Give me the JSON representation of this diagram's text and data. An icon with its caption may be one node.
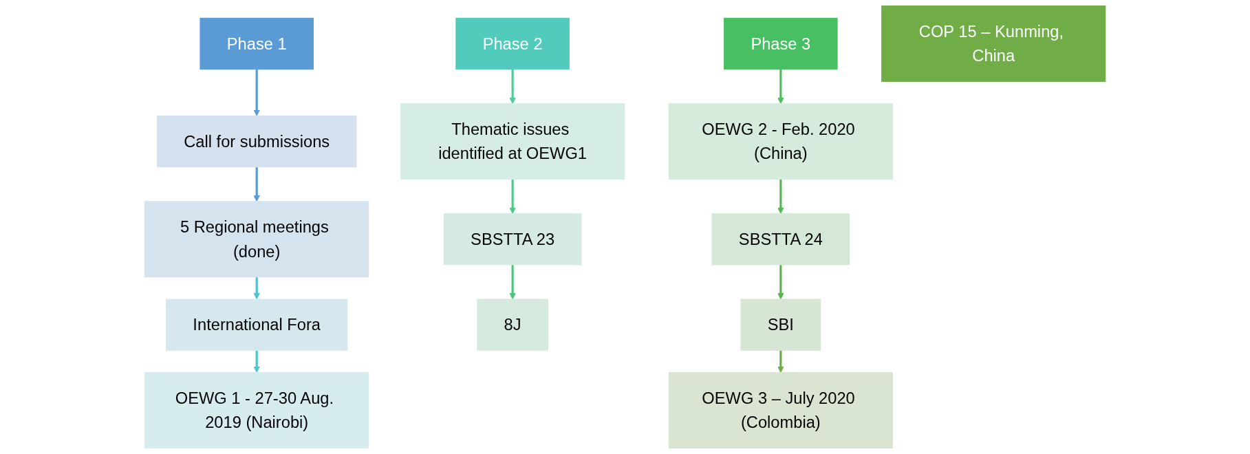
{
  "diagram": {
    "nodes": [
      {
        "text": [
          "Phase 1"
        ]
      },
      {
        "text": [
          "Call for submissions"
        ]
      },
      {
        "text": [
          "5 Regional meetings (done)"
        ]
      },
      {
        "text": [
          "International Fora"
        ]
      },
      {
        "text": [
          "OEWG 1 - 27-30 Aug. 2019 (Nairobi)"
        ]
      },
      {
        "text": [
          "Phase 2"
        ]
      },
      {
        "text": [
          "Thematic issues identified at OEWG1"
        ]
      },
      {
        "text": [
          "SBSTTA 23"
        ]
      },
      {
        "text": [
          "8J"
        ]
      },
      {
        "text": [
          "Phase 3"
        ]
      },
      {
        "text": [
          "OEWG 2 - Feb. 2020 (China)"
        ]
      },
      {
        "text": [
          "SBSTTA 24"
        ]
      },
      {
        "text": [
          "SBI"
        ]
      },
      {
        "text": [
          "OEWG 3 – July 2020 (Colombia)"
        ]
      },
      {
        "text": [
          "COP 15 – Kunming, China"
        ]
      }
    ],
    "edges": [
      {
        "from": 0,
        "to": 1,
        "arrow": "to",
        "color": "#5b9bd5"
      },
      {
        "from": 1,
        "to": 2,
        "arrow": "to",
        "color": "#5b9bd5"
      },
      {
        "from": 2,
        "to": 3,
        "arrow": "to",
        "color": "#4fc1d0"
      },
      {
        "from": 3,
        "to": 4,
        "arrow": "to",
        "color": "#4fc7c7"
      },
      {
        "from": 5,
        "to": 6,
        "arrow": "to",
        "color": "#50cc9a"
      },
      {
        "from": 6,
        "to": 7,
        "arrow": "to",
        "color": "#4fc98a"
      },
      {
        "from": 7,
        "to": 8,
        "arrow": "to",
        "color": "#4cc47a"
      },
      {
        "from": 9,
        "to": 10,
        "arrow": "to",
        "color": "#4cbf5e"
      },
      {
        "from": 10,
        "to": 11,
        "arrow": "to",
        "color": "#52ba55"
      },
      {
        "from": 11,
        "to": 12,
        "arrow": "to",
        "color": "#5cb44e"
      },
      {
        "from": 12,
        "to": 13,
        "arrow": "to",
        "color": "#6aae45"
      }
    ]
  }
}
